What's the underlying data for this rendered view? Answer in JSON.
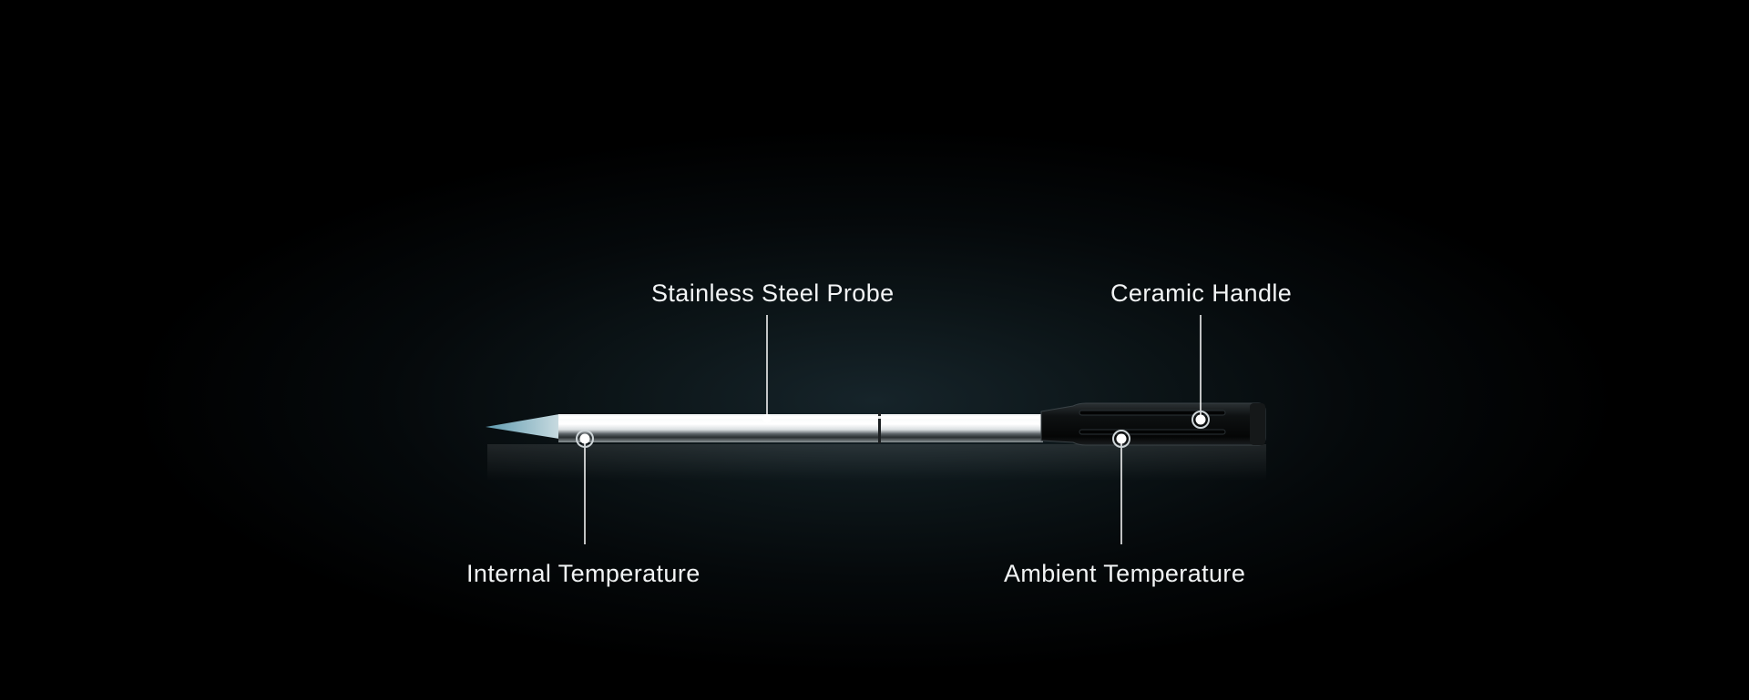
{
  "callouts": {
    "stainless_steel_probe": "Stainless Steel Probe",
    "ceramic_handle": "Ceramic Handle",
    "internal_temperature": "Internal Temperature",
    "ambient_temperature": "Ambient Temperature"
  },
  "colors": {
    "background": "#000000",
    "glow": "#16242a",
    "label_text": "#f2f4f5",
    "callout_line": "#ffffff",
    "probe_steel": "#e8ecee",
    "probe_tip": "#7fb4c4",
    "handle": "#0b0d0e"
  }
}
